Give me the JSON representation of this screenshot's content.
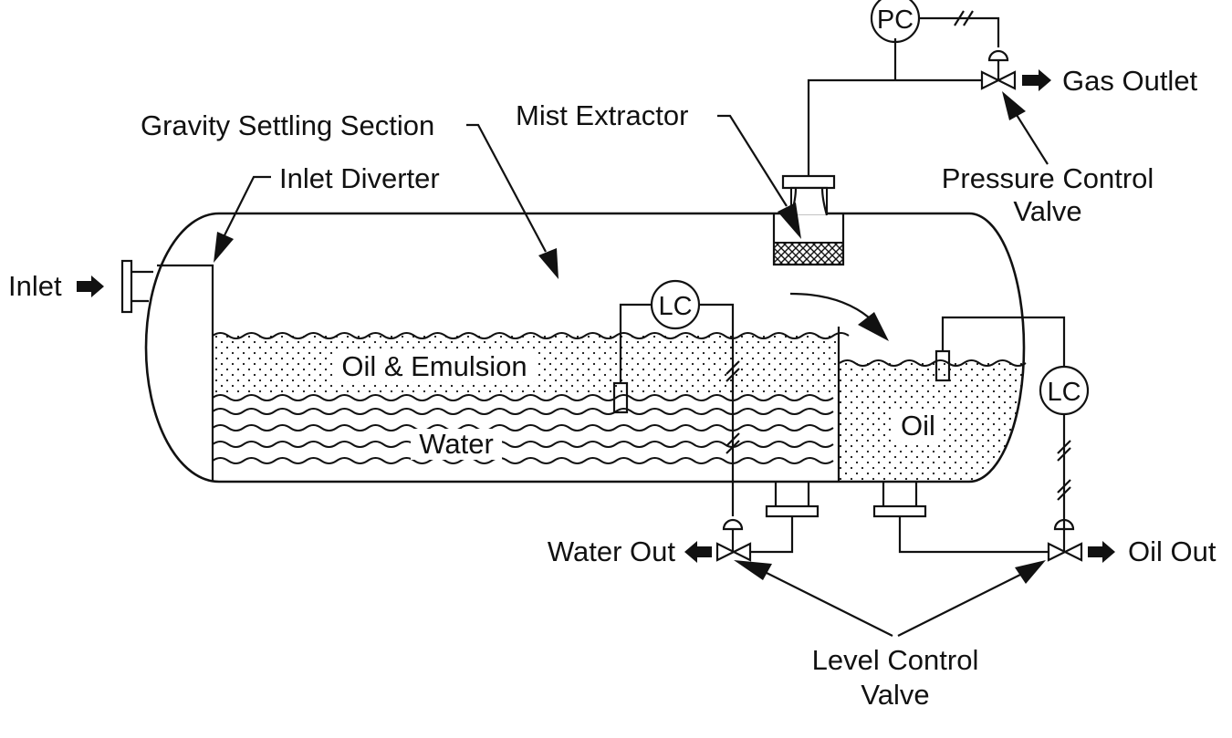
{
  "labels": {
    "inlet": "Inlet",
    "gravity_settling_section": "Gravity Settling Section",
    "inlet_diverter": "Inlet Diverter",
    "mist_extractor": "Mist Extractor",
    "gas_outlet": "Gas Outlet",
    "pressure_control_valve_line1": "Pressure Control",
    "pressure_control_valve_line2": "Valve",
    "oil_emulsion": "Oil & Emulsion",
    "water": "Water",
    "oil": "Oil",
    "water_out": "Water Out",
    "oil_out": "Oil Out",
    "level_control_valve_line1": "Level Control",
    "level_control_valve_line2": "Valve"
  },
  "instruments": {
    "pressure_controller": "PC",
    "level_controller_interface": "LC",
    "level_controller_oil": "LC"
  }
}
